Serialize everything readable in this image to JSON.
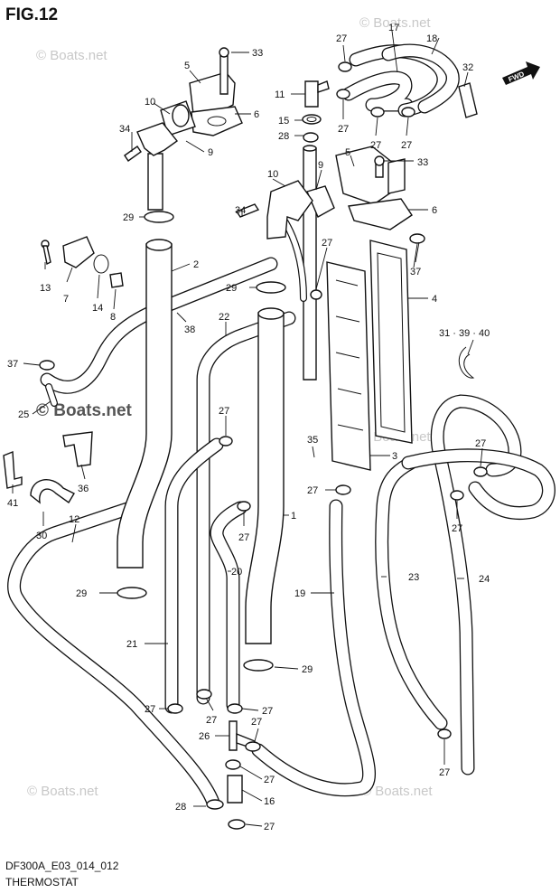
{
  "figure": {
    "title": "FIG.12",
    "code": "DF300A_E03_014_012",
    "name": "THERMOSTAT",
    "fwd": "FWD"
  },
  "watermark": "© Boats.net",
  "labels": [
    {
      "id": "33a",
      "text": "33"
    },
    {
      "id": "5a",
      "text": "5"
    },
    {
      "id": "6a",
      "text": "6"
    },
    {
      "id": "10a",
      "text": "10"
    },
    {
      "id": "34a",
      "text": "34"
    },
    {
      "id": "9a",
      "text": "9"
    },
    {
      "id": "29a",
      "text": "29"
    },
    {
      "id": "11",
      "text": "11"
    },
    {
      "id": "15",
      "text": "15"
    },
    {
      "id": "28a",
      "text": "28"
    },
    {
      "id": "27a",
      "text": "27"
    },
    {
      "id": "17",
      "text": "17"
    },
    {
      "id": "18",
      "text": "18"
    },
    {
      "id": "32",
      "text": "32"
    },
    {
      "id": "27b",
      "text": "27"
    },
    {
      "id": "27c",
      "text": "27"
    },
    {
      "id": "27d",
      "text": "27"
    },
    {
      "id": "10b",
      "text": "10"
    },
    {
      "id": "9b",
      "text": "9"
    },
    {
      "id": "5b",
      "text": "5"
    },
    {
      "id": "33b",
      "text": "33"
    },
    {
      "id": "6b",
      "text": "6"
    },
    {
      "id": "34b",
      "text": "34"
    },
    {
      "id": "27e",
      "text": "27"
    },
    {
      "id": "37a",
      "text": "37"
    },
    {
      "id": "4",
      "text": "4"
    },
    {
      "id": "13",
      "text": "13"
    },
    {
      "id": "7",
      "text": "7"
    },
    {
      "id": "14",
      "text": "14"
    },
    {
      "id": "8",
      "text": "8"
    },
    {
      "id": "2",
      "text": "2"
    },
    {
      "id": "29b",
      "text": "29"
    },
    {
      "id": "38",
      "text": "38"
    },
    {
      "id": "22",
      "text": "22"
    },
    {
      "id": "31",
      "text": "31 · 39 · 40"
    },
    {
      "id": "37b",
      "text": "37"
    },
    {
      "id": "25",
      "text": "25"
    },
    {
      "id": "27f",
      "text": "27"
    },
    {
      "id": "35",
      "text": "35"
    },
    {
      "id": "3",
      "text": "3"
    },
    {
      "id": "27g",
      "text": "27"
    },
    {
      "id": "27h",
      "text": "27"
    },
    {
      "id": "27i",
      "text": "27"
    },
    {
      "id": "41",
      "text": "41"
    },
    {
      "id": "36",
      "text": "36"
    },
    {
      "id": "30",
      "text": "30"
    },
    {
      "id": "12",
      "text": "12"
    },
    {
      "id": "27j",
      "text": "27"
    },
    {
      "id": "1",
      "text": "1"
    },
    {
      "id": "20",
      "text": "20"
    },
    {
      "id": "23",
      "text": "23"
    },
    {
      "id": "24",
      "text": "24"
    },
    {
      "id": "29c",
      "text": "29"
    },
    {
      "id": "19",
      "text": "19"
    },
    {
      "id": "21",
      "text": "21"
    },
    {
      "id": "29d",
      "text": "29"
    },
    {
      "id": "27k",
      "text": "27"
    },
    {
      "id": "27l",
      "text": "27"
    },
    {
      "id": "27m",
      "text": "27"
    },
    {
      "id": "26",
      "text": "26"
    },
    {
      "id": "27n",
      "text": "27"
    },
    {
      "id": "27o",
      "text": "27"
    },
    {
      "id": "27p",
      "text": "27"
    },
    {
      "id": "28b",
      "text": "28"
    },
    {
      "id": "16",
      "text": "16"
    },
    {
      "id": "27q",
      "text": "27"
    }
  ]
}
